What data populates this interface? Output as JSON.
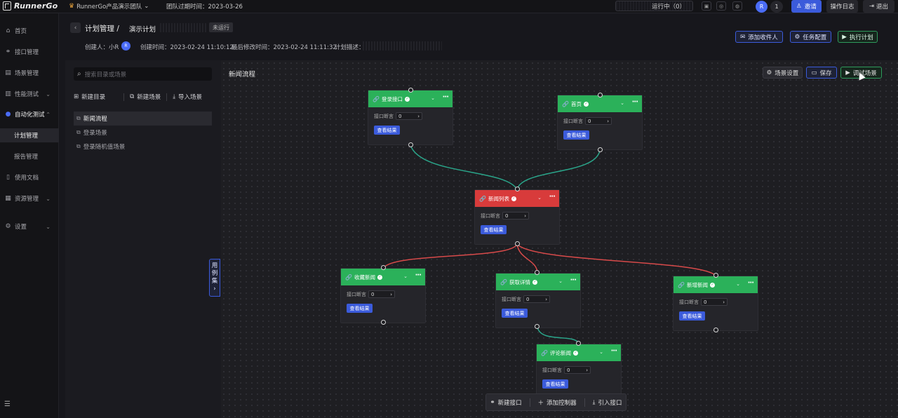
{
  "topbar": {
    "logo_text": "RunnerGo",
    "team_name": "RunnerGo产品演示团队",
    "expire_label": "团队过期时间：2023-03-26",
    "running_label": "运行中（0）",
    "avatar_text": "R",
    "member_count": "1",
    "invite_label": "邀请",
    "log_label": "操作日志",
    "exit_label": "退出"
  },
  "sidebar": {
    "items": [
      {
        "icon": "home-icon",
        "label": "首页"
      },
      {
        "icon": "link-icon",
        "label": "接口管理"
      },
      {
        "icon": "scene-icon",
        "label": "场景管理"
      },
      {
        "icon": "chart-icon",
        "label": "性能测试"
      },
      {
        "icon": "auto-test-icon",
        "label": "自动化测试"
      },
      {
        "icon": "",
        "label": "计划管理"
      },
      {
        "icon": "",
        "label": "报告管理"
      },
      {
        "icon": "doc-icon",
        "label": "使用文档"
      },
      {
        "icon": "resource-icon",
        "label": "资源管理"
      },
      {
        "icon": "settings-icon",
        "label": "设置"
      }
    ]
  },
  "header": {
    "crumb_parent": "计划管理 /",
    "crumb_current": "演示计划",
    "status": "未运行",
    "creator_label": "创建人：小R",
    "creator_avatar": "R",
    "created_time": "创建时间：2023-02-24 11:10:12",
    "modified_time": "最后修改时间：2023-02-24 11:11:32",
    "desc_label": "计划描述：",
    "add_recipient": "添加收件人",
    "task_config": "任务配置",
    "run_plan": "执行计划"
  },
  "left_panel": {
    "search_placeholder": "搜索目录或场景",
    "new_folder": "新建目录",
    "new_scene": "新建场景",
    "import_scene": "导入场景",
    "scenes": [
      "新闻流程",
      "登录场景",
      "登录随机值场景"
    ],
    "usecase_tab": [
      "用",
      "例",
      "集"
    ]
  },
  "canvas": {
    "title": "新闻流程",
    "scene_settings": "场景设置",
    "save": "保存",
    "debug_scene": "调试场景",
    "nodes": [
      {
        "name": "登录接口",
        "color": "green",
        "assert_label": "接口断言",
        "assert_value": "0",
        "result_btn": "查看结果"
      },
      {
        "name": "首页",
        "color": "green",
        "assert_label": "接口断言",
        "assert_value": "0",
        "result_btn": "查看结果"
      },
      {
        "name": "新闻列表",
        "color": "red",
        "assert_label": "接口断言",
        "assert_value": "0",
        "result_btn": "查看结果"
      },
      {
        "name": "收藏新闻",
        "color": "green",
        "assert_label": "接口断言",
        "assert_value": "0",
        "result_btn": "查看结果"
      },
      {
        "name": "获取详情",
        "color": "green",
        "assert_label": "接口断言",
        "assert_value": "0",
        "result_btn": "查看结果"
      },
      {
        "name": "新增新闻",
        "color": "green",
        "assert_label": "接口断言",
        "assert_value": "0",
        "result_btn": "查看结果"
      },
      {
        "name": "评论新闻",
        "color": "green",
        "assert_label": "接口断言",
        "assert_value": "0",
        "result_btn": "查看结果"
      }
    ],
    "colors": {
      "success": "#2bb15a",
      "failure": "#d83b3b",
      "edge_ok": "#2aa58a",
      "edge_fail": "#d84a4a",
      "accent": "#3b5bdb"
    }
  },
  "bottom_bar": {
    "new_api": "新建接口",
    "add_controller": "添加控制器",
    "import_api": "引入接口"
  }
}
